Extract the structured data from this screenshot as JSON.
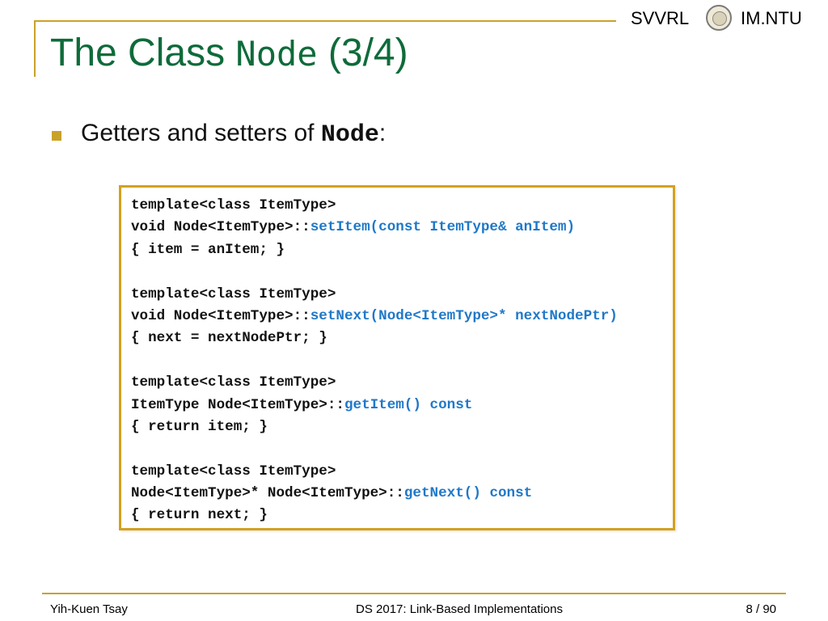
{
  "header": {
    "left_label": "SVVRL",
    "right_label": "IM.NTU"
  },
  "title": {
    "prefix": "The Class ",
    "code": "Node",
    "suffix": " (3/4)"
  },
  "bullet": {
    "text_prefix": "Getters and setters of ",
    "code": "Node",
    "text_suffix": ":"
  },
  "code_lines": [
    {
      "parts": [
        "template<class ItemType>"
      ]
    },
    {
      "parts": [
        "void Node<ItemType>::",
        "setItem(const ItemType& anItem)"
      ]
    },
    {
      "parts": [
        "{ item = anItem; }"
      ]
    },
    {
      "parts": [
        ""
      ]
    },
    {
      "parts": [
        "template<class ItemType>"
      ]
    },
    {
      "parts": [
        "void Node<ItemType>::",
        "setNext(Node<ItemType>* nextNodePtr)"
      ]
    },
    {
      "parts": [
        "{ next = nextNodePtr; }"
      ]
    },
    {
      "parts": [
        ""
      ]
    },
    {
      "parts": [
        "template<class ItemType>"
      ]
    },
    {
      "parts": [
        "ItemType Node<ItemType>::",
        "getItem() const"
      ]
    },
    {
      "parts": [
        "{ return item; }"
      ]
    },
    {
      "parts": [
        ""
      ]
    },
    {
      "parts": [
        "template<class ItemType>"
      ]
    },
    {
      "parts": [
        "Node<ItemType>* Node<ItemType>::",
        "getNext() const"
      ]
    },
    {
      "parts": [
        "{ return next; }"
      ]
    }
  ],
  "footer": {
    "author": "Yih-Kuen Tsay",
    "course": "DS 2017: Link-Based Implementations",
    "page": "8",
    "total": "90"
  },
  "colors": {
    "accent_gold": "#c9a22a",
    "title_green": "#0e6b3a",
    "code_highlight": "#1f78c8"
  }
}
